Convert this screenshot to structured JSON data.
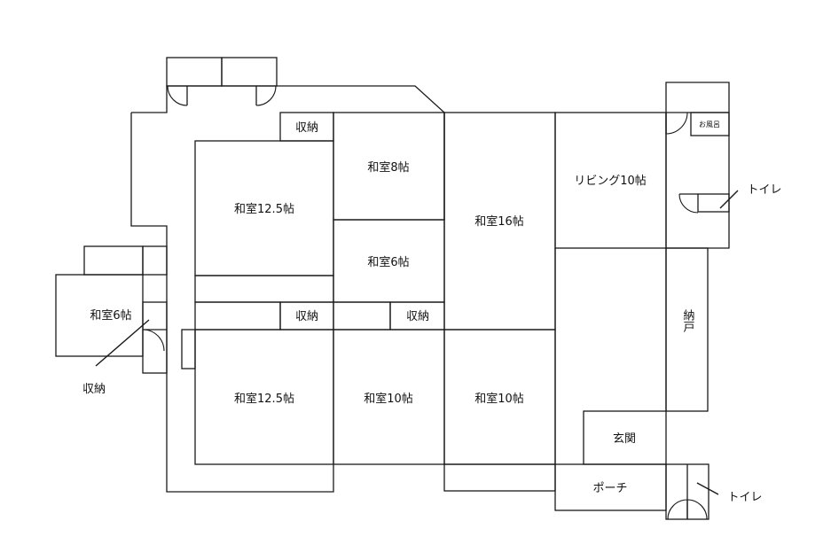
{
  "rooms": {
    "washitsu_12_5_top": "和室12.5帖",
    "washitsu_8": "和室8帖",
    "washitsu_6_mid": "和室6帖",
    "washitsu_16": "和室16帖",
    "living_10": "リビング10帖",
    "washitsu_6_left": "和室6帖",
    "washitsu_12_5_bottom": "和室12.5帖",
    "washitsu_10_a": "和室10帖",
    "washitsu_10_b": "和室10帖",
    "genkan": "玄関",
    "porch": "ポーチ",
    "nando": "納戸",
    "ofuro": "お風呂"
  },
  "storage": {
    "top": "収納",
    "mid_left": "収納",
    "mid_right": "収納",
    "left_callout": "収納"
  },
  "toilets": {
    "upper": "トイレ",
    "lower": "トイレ"
  }
}
